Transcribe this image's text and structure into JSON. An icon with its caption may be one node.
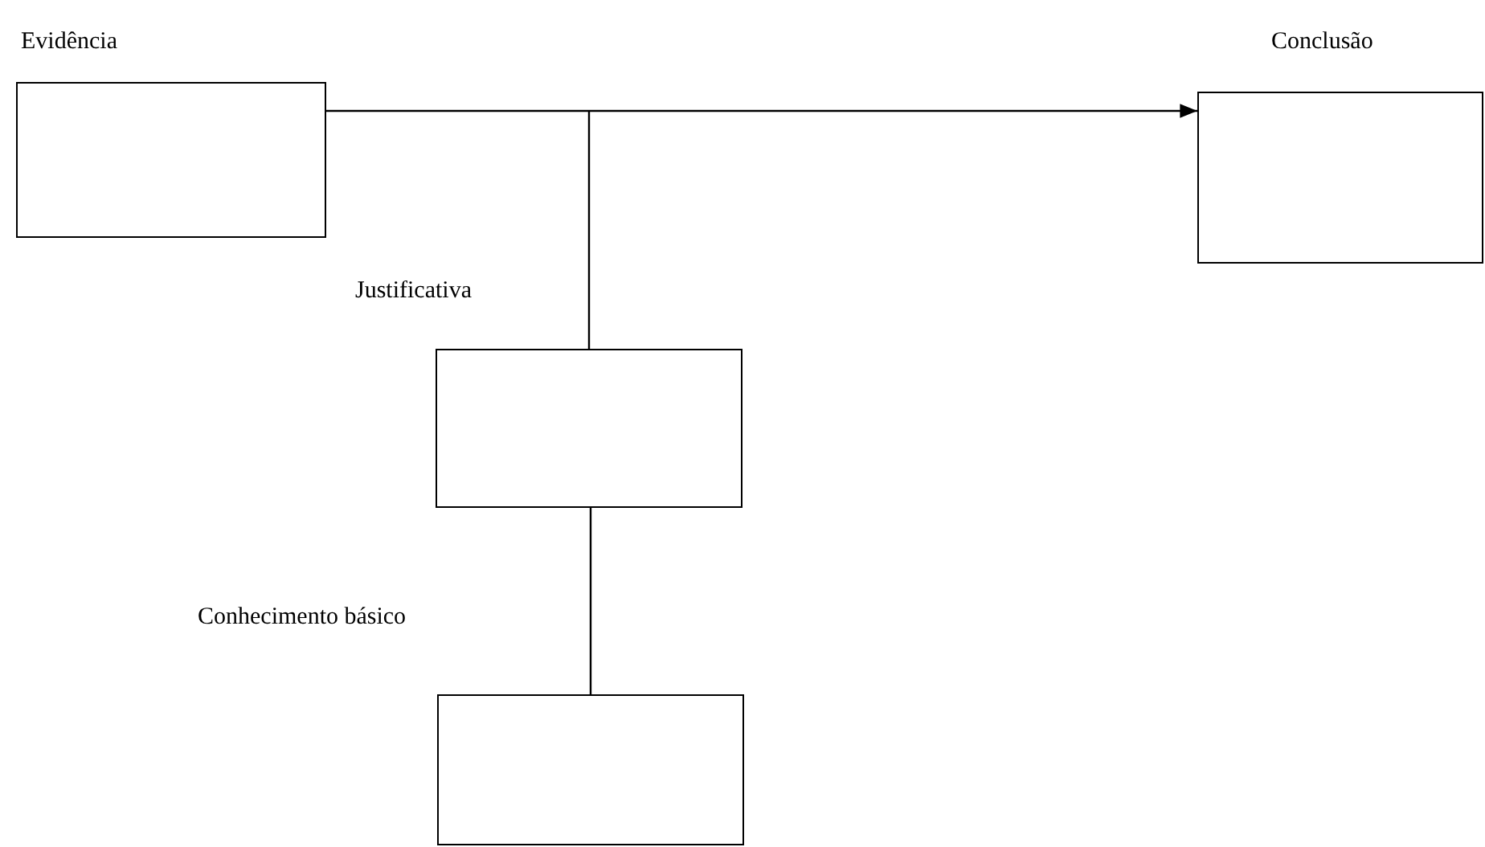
{
  "diagram": {
    "nodes": [
      {
        "text": [
          "Evidência"
        ]
      },
      {
        "text": [
          "Conclusão"
        ]
      },
      {
        "text": [
          "Justificativa"
        ]
      },
      {
        "text": [
          "Conhecimento básico"
        ]
      }
    ],
    "edges": [
      {
        "from": 0,
        "to": 1,
        "arrow": "to"
      },
      {
        "from": 2,
        "to": null,
        "arrow": "none"
      },
      {
        "from": 3,
        "to": 2,
        "arrow": "none"
      }
    ]
  }
}
